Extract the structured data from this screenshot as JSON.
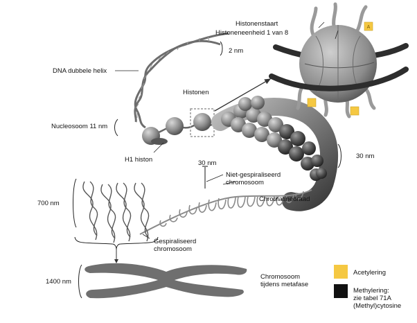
{
  "labels": {
    "histone_tail": "Histonenstaart",
    "histone_unit": "Histoneneenheid 1 van 8",
    "two_nm": "2 nm",
    "dna_helix": "DNA dubbele helix",
    "histones": "Histonen",
    "nucleosome": "Nucleosoom 11 nm",
    "h1": "H1 histon",
    "thirty_nm_top": "30 nm",
    "non_coiled_1": "Niet-gespiraliseerd",
    "non_coiled_2": "chromosoom",
    "chromatin": "Chromatinedraad",
    "thirty_nm_right": "30 nm",
    "seven_hundred": "700 nm",
    "coiled_1": "Gespiraliseerd",
    "coiled_2": "chromosoom",
    "fourteen_hundred": "1400 nm",
    "metaphase_1": "Chromosoom",
    "metaphase_2": "tijdens metafase"
  },
  "legend": [
    {
      "label": "Acetylering",
      "color": "#f5c842"
    },
    {
      "label": "Methylering:",
      "label2": "zie tabel 71A",
      "label3": "(Methyl)cytosine",
      "color": "#111111"
    }
  ],
  "colors": {
    "acetyl": "#f5c842",
    "methyl": "#111111"
  }
}
